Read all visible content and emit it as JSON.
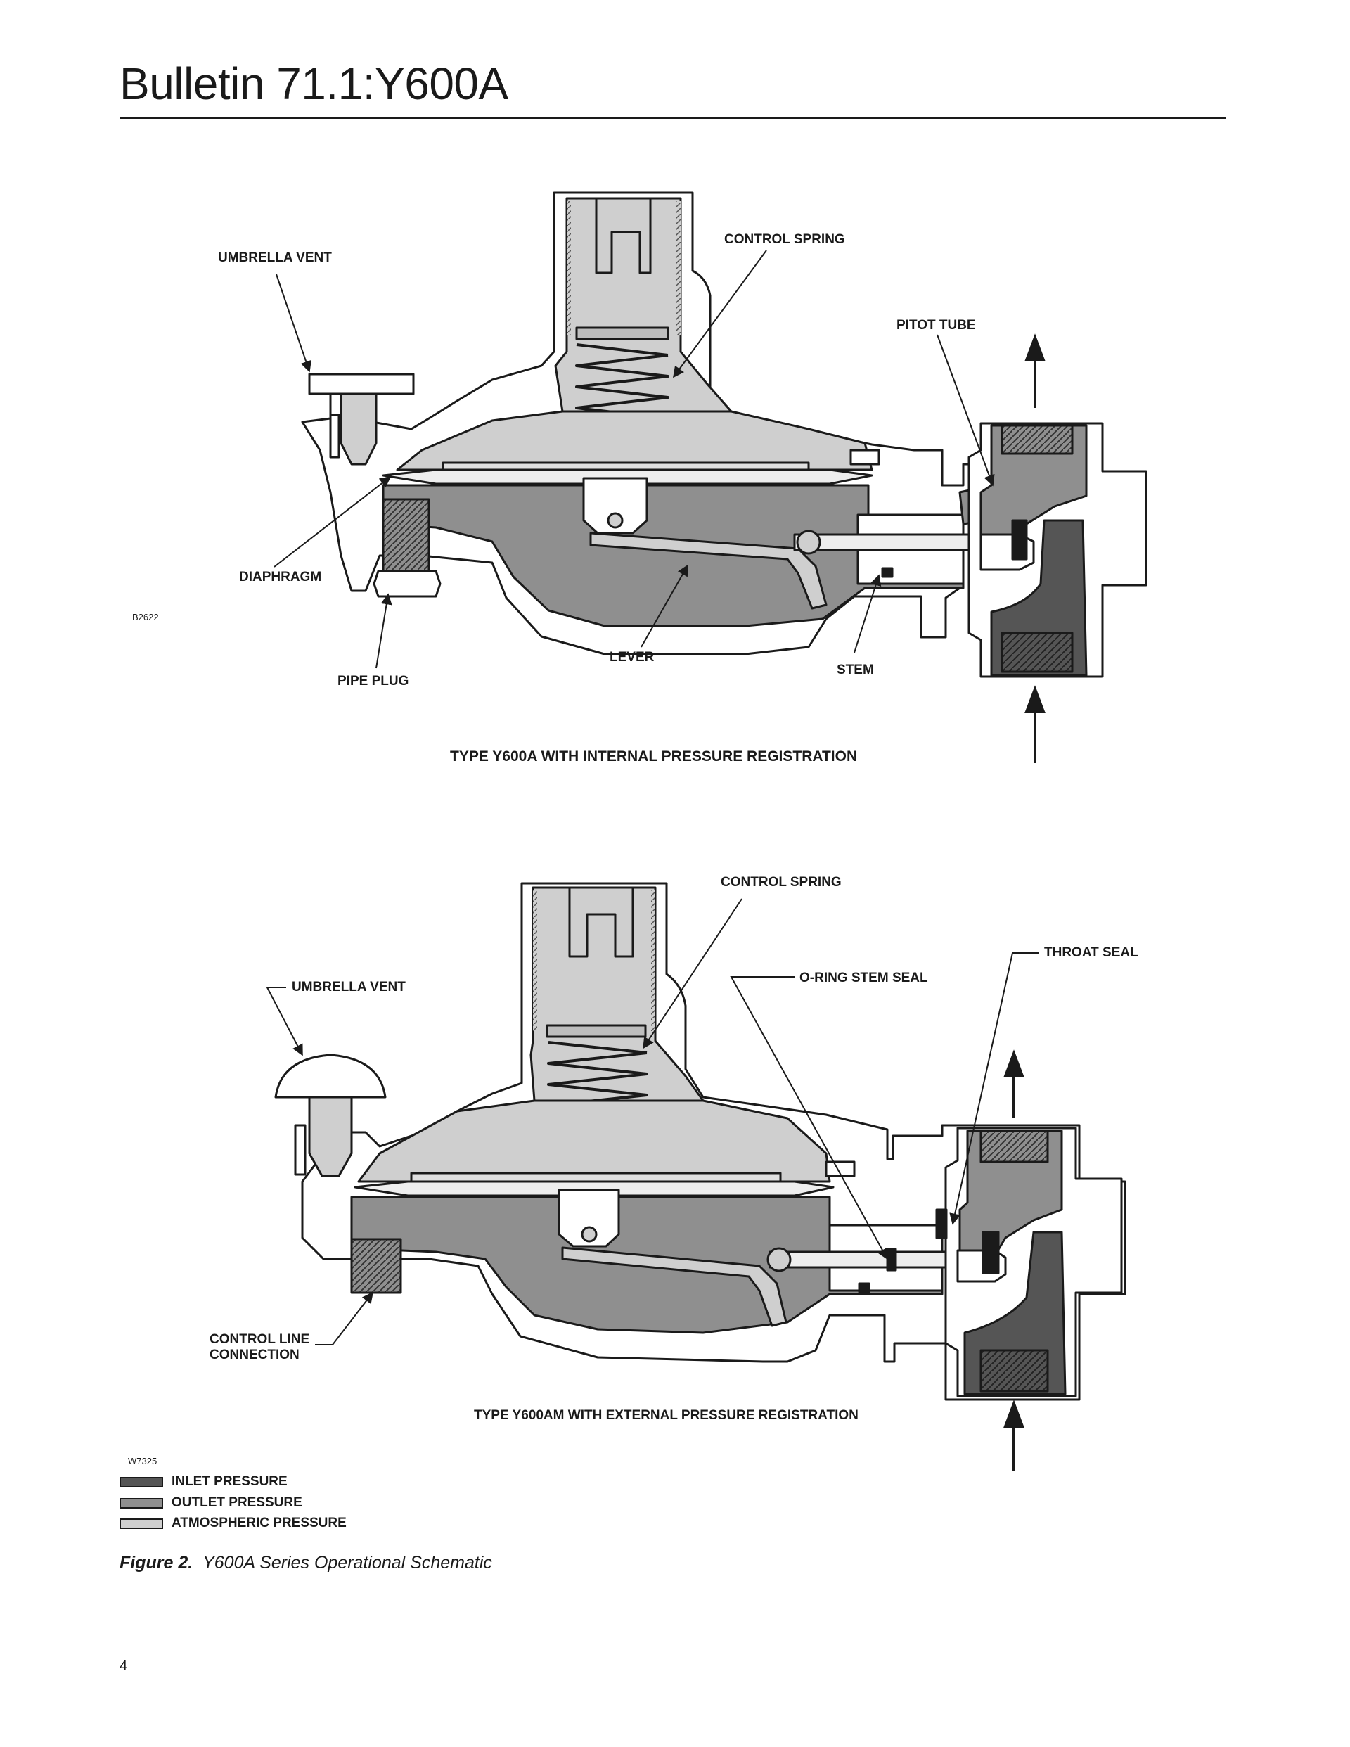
{
  "header": {
    "title": "Bulletin 71.1:Y600A"
  },
  "colors": {
    "inlet": "#555555",
    "outlet": "#8f8f8f",
    "atmospheric": "#cfcfcf",
    "ink": "#1a1a1a"
  },
  "top_schematic": {
    "drawing_code": "B2622",
    "caption": "TYPE Y600A WITH INTERNAL PRESSURE REGISTRATION",
    "labels": {
      "umbrella_vent": "UMBRELLA VENT",
      "control_spring": "CONTROL SPRING",
      "pitot_tube": "PITOT TUBE",
      "diaphragm": "DIAPHRAGM",
      "lever": "LEVER",
      "stem": "STEM",
      "pipe_plug": "PIPE PLUG"
    }
  },
  "bottom_schematic": {
    "drawing_code": "W7325",
    "caption": "TYPE Y600AM WITH EXTERNAL PRESSURE REGISTRATION",
    "labels": {
      "control_spring": "CONTROL SPRING",
      "throat_seal": "THROAT SEAL",
      "umbrella_vent": "UMBRELLA VENT",
      "o_ring_stem_seal": "O-RING STEM SEAL",
      "control_line_connection": "CONTROL LINE\nCONNECTION"
    }
  },
  "legend": [
    {
      "label": "INLET PRESSURE",
      "color": "#555555"
    },
    {
      "label": "OUTLET PRESSURE",
      "color": "#8f8f8f"
    },
    {
      "label": "ATMOSPHERIC PRESSURE",
      "color": "#cfcfcf"
    }
  ],
  "figure": {
    "number": "Figure 2.",
    "title": "Y600A Series Operational Schematic"
  },
  "page_number": "4"
}
